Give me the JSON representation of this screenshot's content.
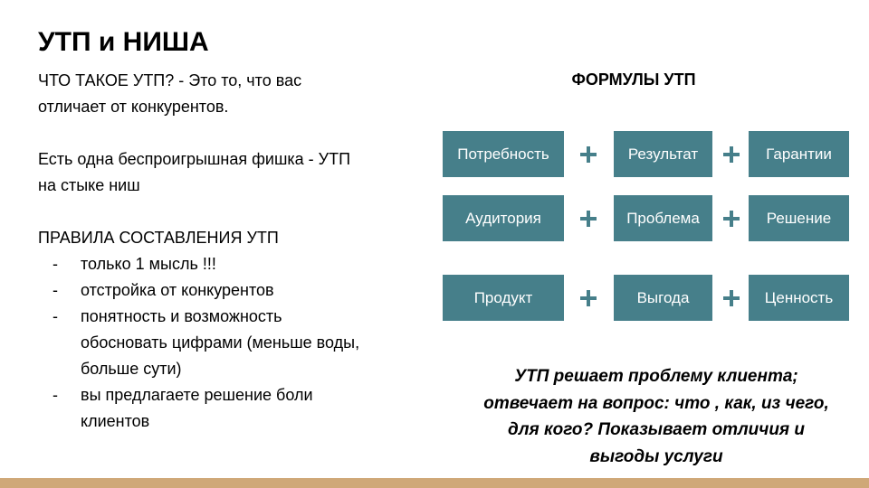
{
  "title": "УТП и НИША",
  "left": {
    "intro": [
      "ЧТО ТАКОЕ УТП? - Это то, что вас",
      "отличает от конкурентов."
    ],
    "chip": [
      "Есть одна беспроигрышная фишка - УТП",
      "на стыке ниш"
    ],
    "rules_heading": "ПРАВИЛА СОСТАВЛЕНИЯ УТП",
    "rules": [
      [
        "только 1 мысль !!!"
      ],
      [
        "отстройка от конкурентов"
      ],
      [
        "понятность и возможность",
        "обосновать цифрами  (меньше воды,",
        "больше сути)"
      ],
      [
        "вы предлагаете решение боли",
        "клиентов"
      ]
    ],
    "dash": "-"
  },
  "formulas": {
    "title": "ФОРМУЛЫ УТП",
    "rows": [
      [
        "Потребность",
        "Результат",
        "Гарантии"
      ],
      [
        "Аудитория",
        "Проблема",
        "Решение"
      ],
      [
        "Продукт",
        "Выгода",
        "Ценность"
      ]
    ]
  },
  "summary": [
    "УТП решает проблему клиента;",
    "отвечает на вопрос: что , как, из  чего,",
    "для кого? Показывает отличия и",
    "выгоды услуги"
  ],
  "colors": {
    "box": "#467f8a",
    "bar": "#cfa878"
  }
}
